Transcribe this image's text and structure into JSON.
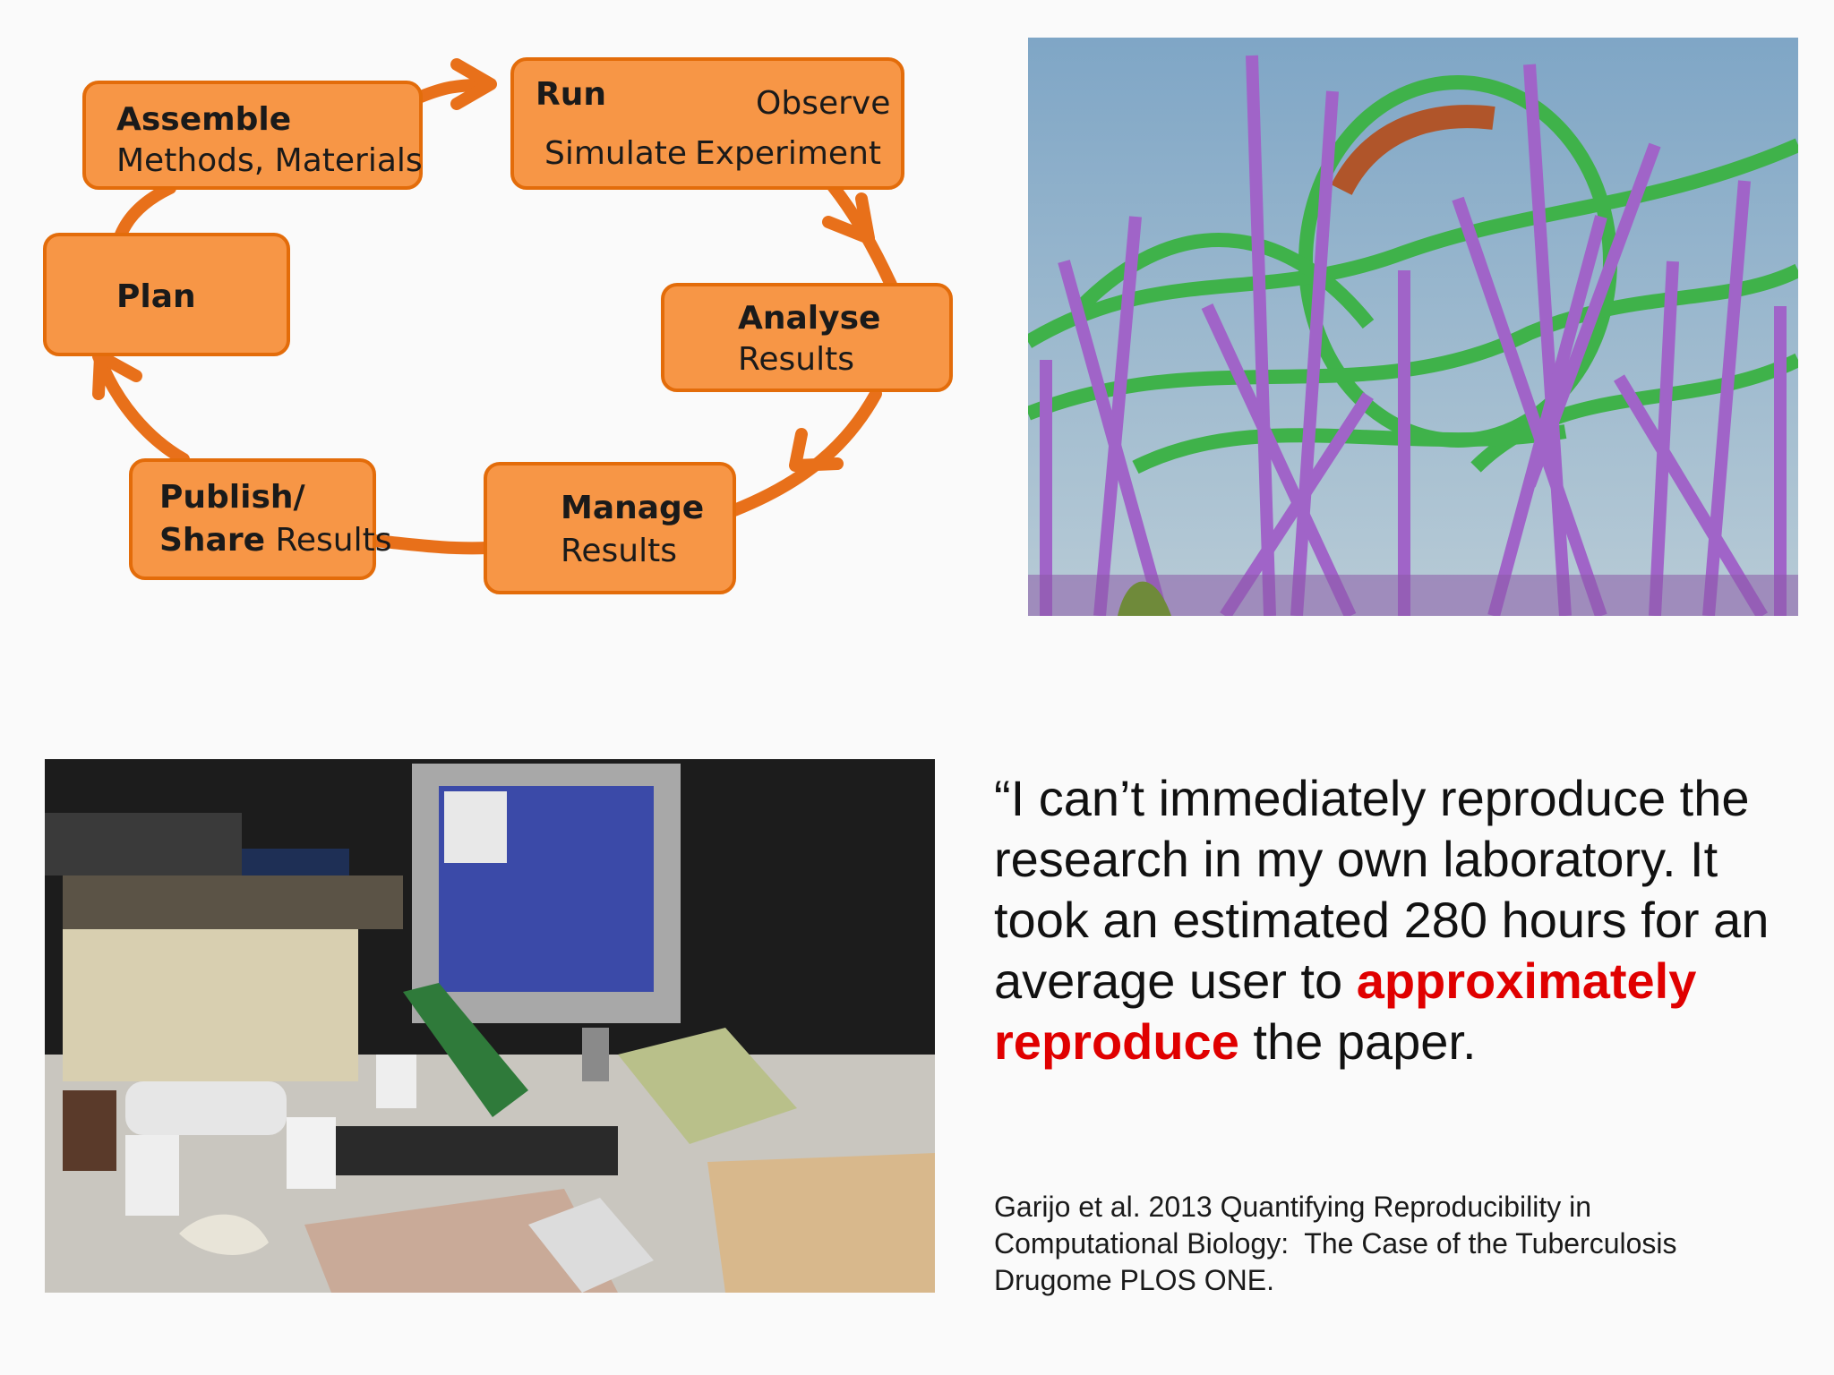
{
  "cycle": {
    "assemble": {
      "title": "Assemble",
      "subtitle": "Methods, Materials"
    },
    "run": {
      "title": "Run",
      "observe": "Observe",
      "simulate": "Simulate",
      "experiment": "Experiment"
    },
    "analyse": {
      "title": "Analyse",
      "subtitle": "Results"
    },
    "manage": {
      "title": "Manage",
      "subtitle": "Results"
    },
    "publish": {
      "title_line1": "Publish/",
      "title_line2": "Share",
      "subtitle": " Results"
    },
    "plan": {
      "title": "Plan"
    }
  },
  "quote": {
    "part1": "“I can’t immediately reproduce the research in my own laboratory. It took an estimated 280 hours for an average user to ",
    "highlight": "approximately reproduce",
    "part2": " the paper."
  },
  "citation": {
    "line1": "Garijo et al. 2013 Quantifying Reproducibility in",
    "line2": "Computational Biology:  The Case of the Tuberculosis",
    "line3": "Drugome PLOS ONE."
  },
  "colors": {
    "node_fill": "#f79646",
    "node_border": "#e36c0a",
    "arrow": "#e8701a",
    "highlight": "#e00000"
  }
}
